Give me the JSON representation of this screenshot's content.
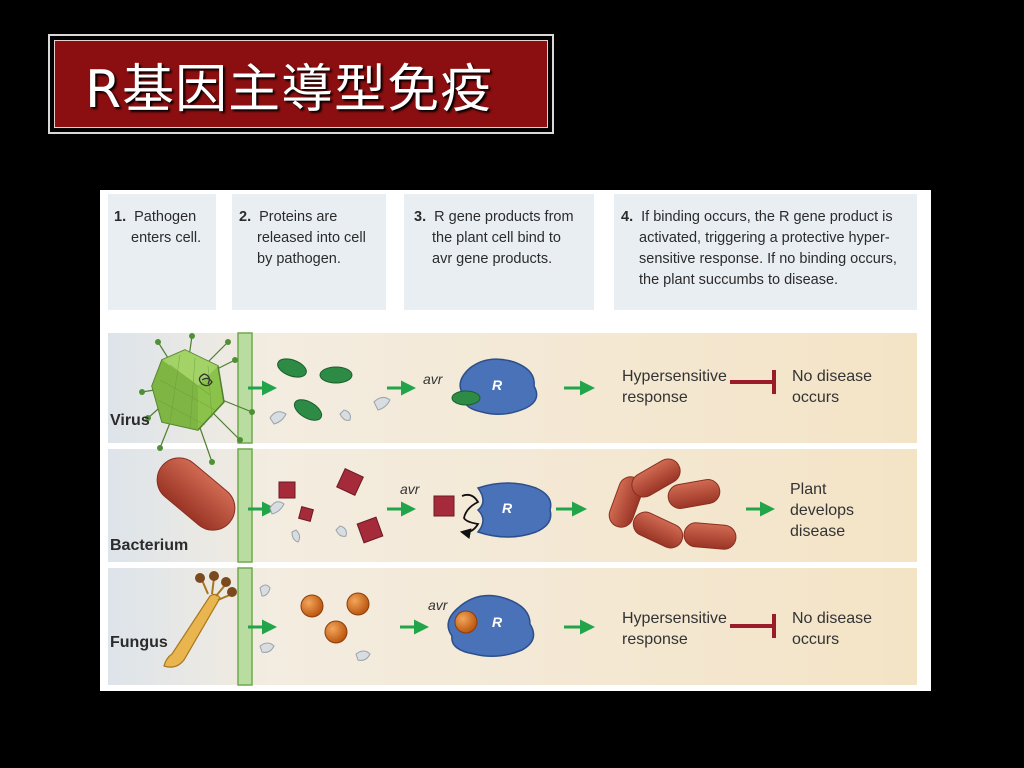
{
  "slide": {
    "title": "R基因主導型免疫"
  },
  "steps": [
    {
      "num": "1.",
      "lines": [
        "Pathogen",
        "enters cell."
      ]
    },
    {
      "num": "2.",
      "lines": [
        "Proteins are",
        "released into cell",
        "by pathogen."
      ]
    },
    {
      "num": "3.",
      "lines": [
        "R gene products from",
        "the plant cell bind to",
        "avr gene products."
      ]
    },
    {
      "num": "4.",
      "lines": [
        "If binding occurs, the R gene product is",
        "activated, triggering a protective hyper-",
        "sensitive response. If no binding occurs,",
        "the plant succumbs to disease."
      ]
    }
  ],
  "rows": [
    {
      "name": "Virus",
      "avr": "avr",
      "r": "R",
      "response": [
        "Hypersensitive",
        "response"
      ],
      "outcome": [
        "No disease",
        "occurs"
      ]
    },
    {
      "name": "Bacterium",
      "avr": "avr",
      "r": "R",
      "outcome": [
        "Plant",
        "develops",
        "disease"
      ]
    },
    {
      "name": "Fungus",
      "avr": "avr",
      "r": "R",
      "response": [
        "Hypersensitive",
        "response"
      ],
      "outcome": [
        "No disease",
        "occurs"
      ]
    }
  ],
  "colors": {
    "title_bg": "#8b0f10",
    "arrow_green": "#22a54a",
    "inhibit_red": "#9a1b2a",
    "r_protein": "#4a72b8",
    "row_bg": "#f6ead2",
    "step_bg": "#e9eef3"
  }
}
